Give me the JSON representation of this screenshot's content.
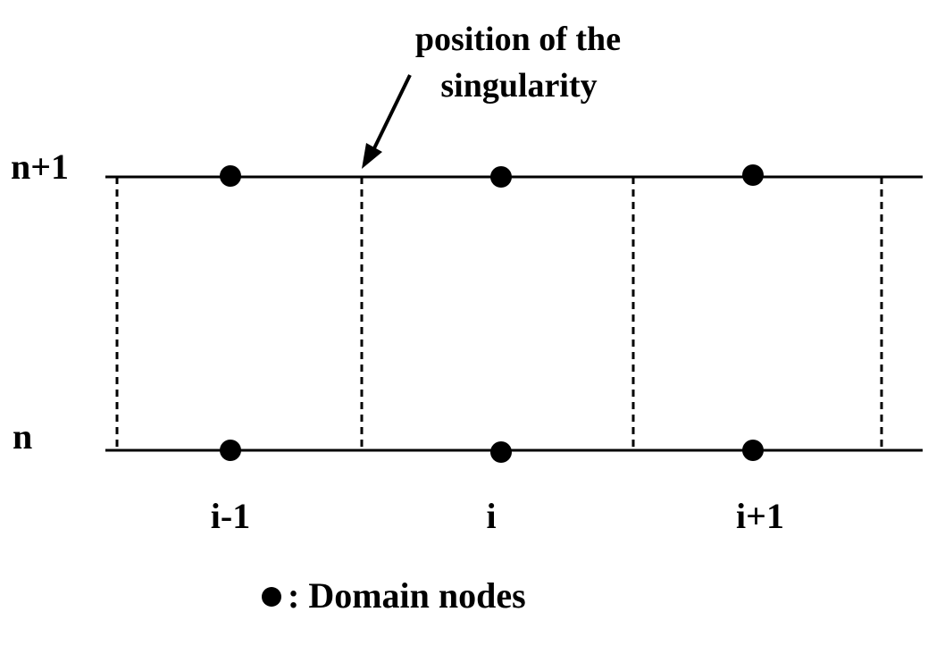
{
  "colors": {
    "background": "#ffffff",
    "ink": "#000000"
  },
  "time_levels": {
    "upper": "n+1",
    "lower": "n"
  },
  "cells": [
    "i-1",
    "i",
    "i+1"
  ],
  "annotation": {
    "line1": "position of the",
    "line2": "singularity"
  },
  "legend": {
    "marker_icon": "filled-circle",
    "text": ": Domain nodes"
  }
}
